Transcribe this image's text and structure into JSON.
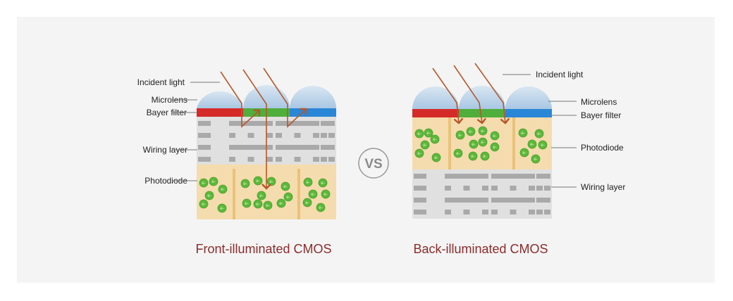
{
  "front": {
    "caption": "Front-illuminated CMOS",
    "labels": {
      "incident_light": "Incident light",
      "microlens": "Microlens",
      "bayer_filter": "Bayer filter",
      "wiring_layer": "Wiring layer",
      "photodiode": "Photodiode"
    }
  },
  "back": {
    "caption": "Back-illuminated CMOS",
    "labels": {
      "incident_light": "Incident light",
      "microlens": "Microlens",
      "bayer_filter": "Bayer filter",
      "photodiode": "Photodiode",
      "wiring_layer": "Wiring layer"
    }
  },
  "vs_label": "VS",
  "electron_label": "e-",
  "colors": {
    "filter_red": "#d42a28",
    "filter_green": "#4fae3c",
    "filter_blue": "#2a86d6",
    "photodiode": "#f5dcae",
    "wiring_bg": "#e0e0e0",
    "wiring_bar": "#a9a9a9",
    "light_ray": "#b5582a",
    "electron": "#5cb83a",
    "caption": "#8b2c2c"
  }
}
